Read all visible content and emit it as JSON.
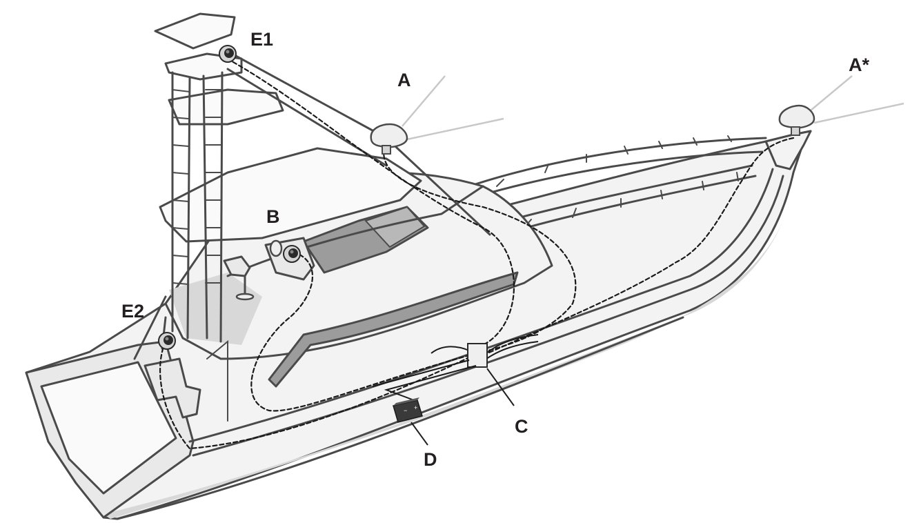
{
  "labels": {
    "E1": "E1",
    "A": "A",
    "A_star": "A*",
    "B": "B",
    "E2": "E2",
    "C": "C",
    "D": "D"
  },
  "battery": {
    "minus": "−",
    "plus": "+"
  },
  "colors": {
    "outline": "#4a4a4a",
    "hull_fill": "#f3f3f3",
    "glass": "#9c9c9c",
    "cable": "#1a1a1a",
    "label": "#231f20"
  }
}
